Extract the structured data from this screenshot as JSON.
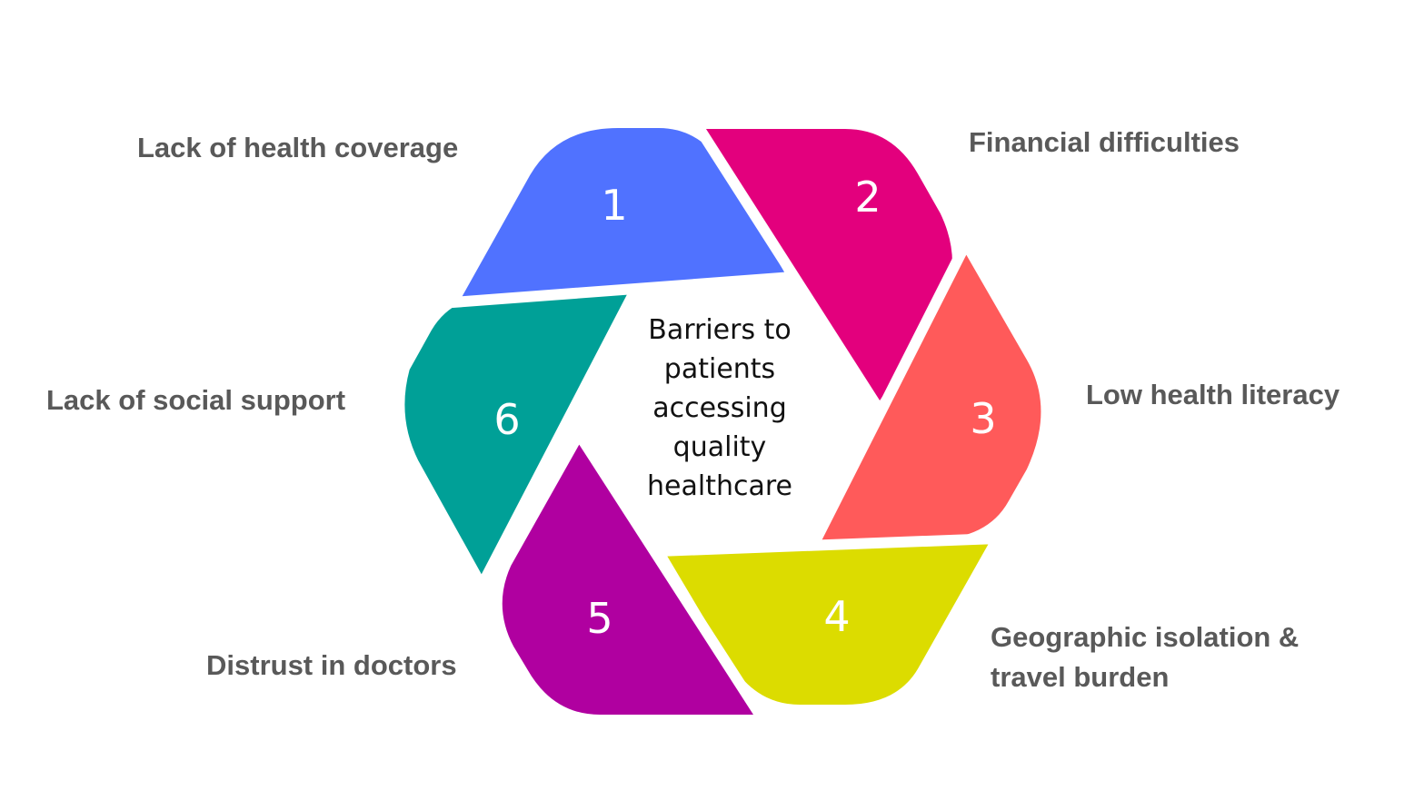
{
  "title": "Barriers to patients accessing quality healthcare",
  "center_lines": [
    "Barriers to",
    "patients",
    "accessing",
    "quality",
    "healthcare"
  ],
  "segments": [
    {
      "number": "1",
      "label": "Lack of health coverage",
      "color": "#5072ff"
    },
    {
      "number": "2",
      "label": "Financial difficulties",
      "color": "#e3007d"
    },
    {
      "number": "3",
      "label": "Low health literacy",
      "color": "#ff5a5a"
    },
    {
      "number": "4",
      "label_lines": [
        "Geographic isolation &",
        "travel burden"
      ],
      "color": "#dcdc00"
    },
    {
      "number": "5",
      "label": "Distrust in doctors",
      "color": "#b000a0"
    },
    {
      "number": "6",
      "label": "Lack of social support",
      "color": "#00a097"
    }
  ],
  "text_color": "#595959"
}
